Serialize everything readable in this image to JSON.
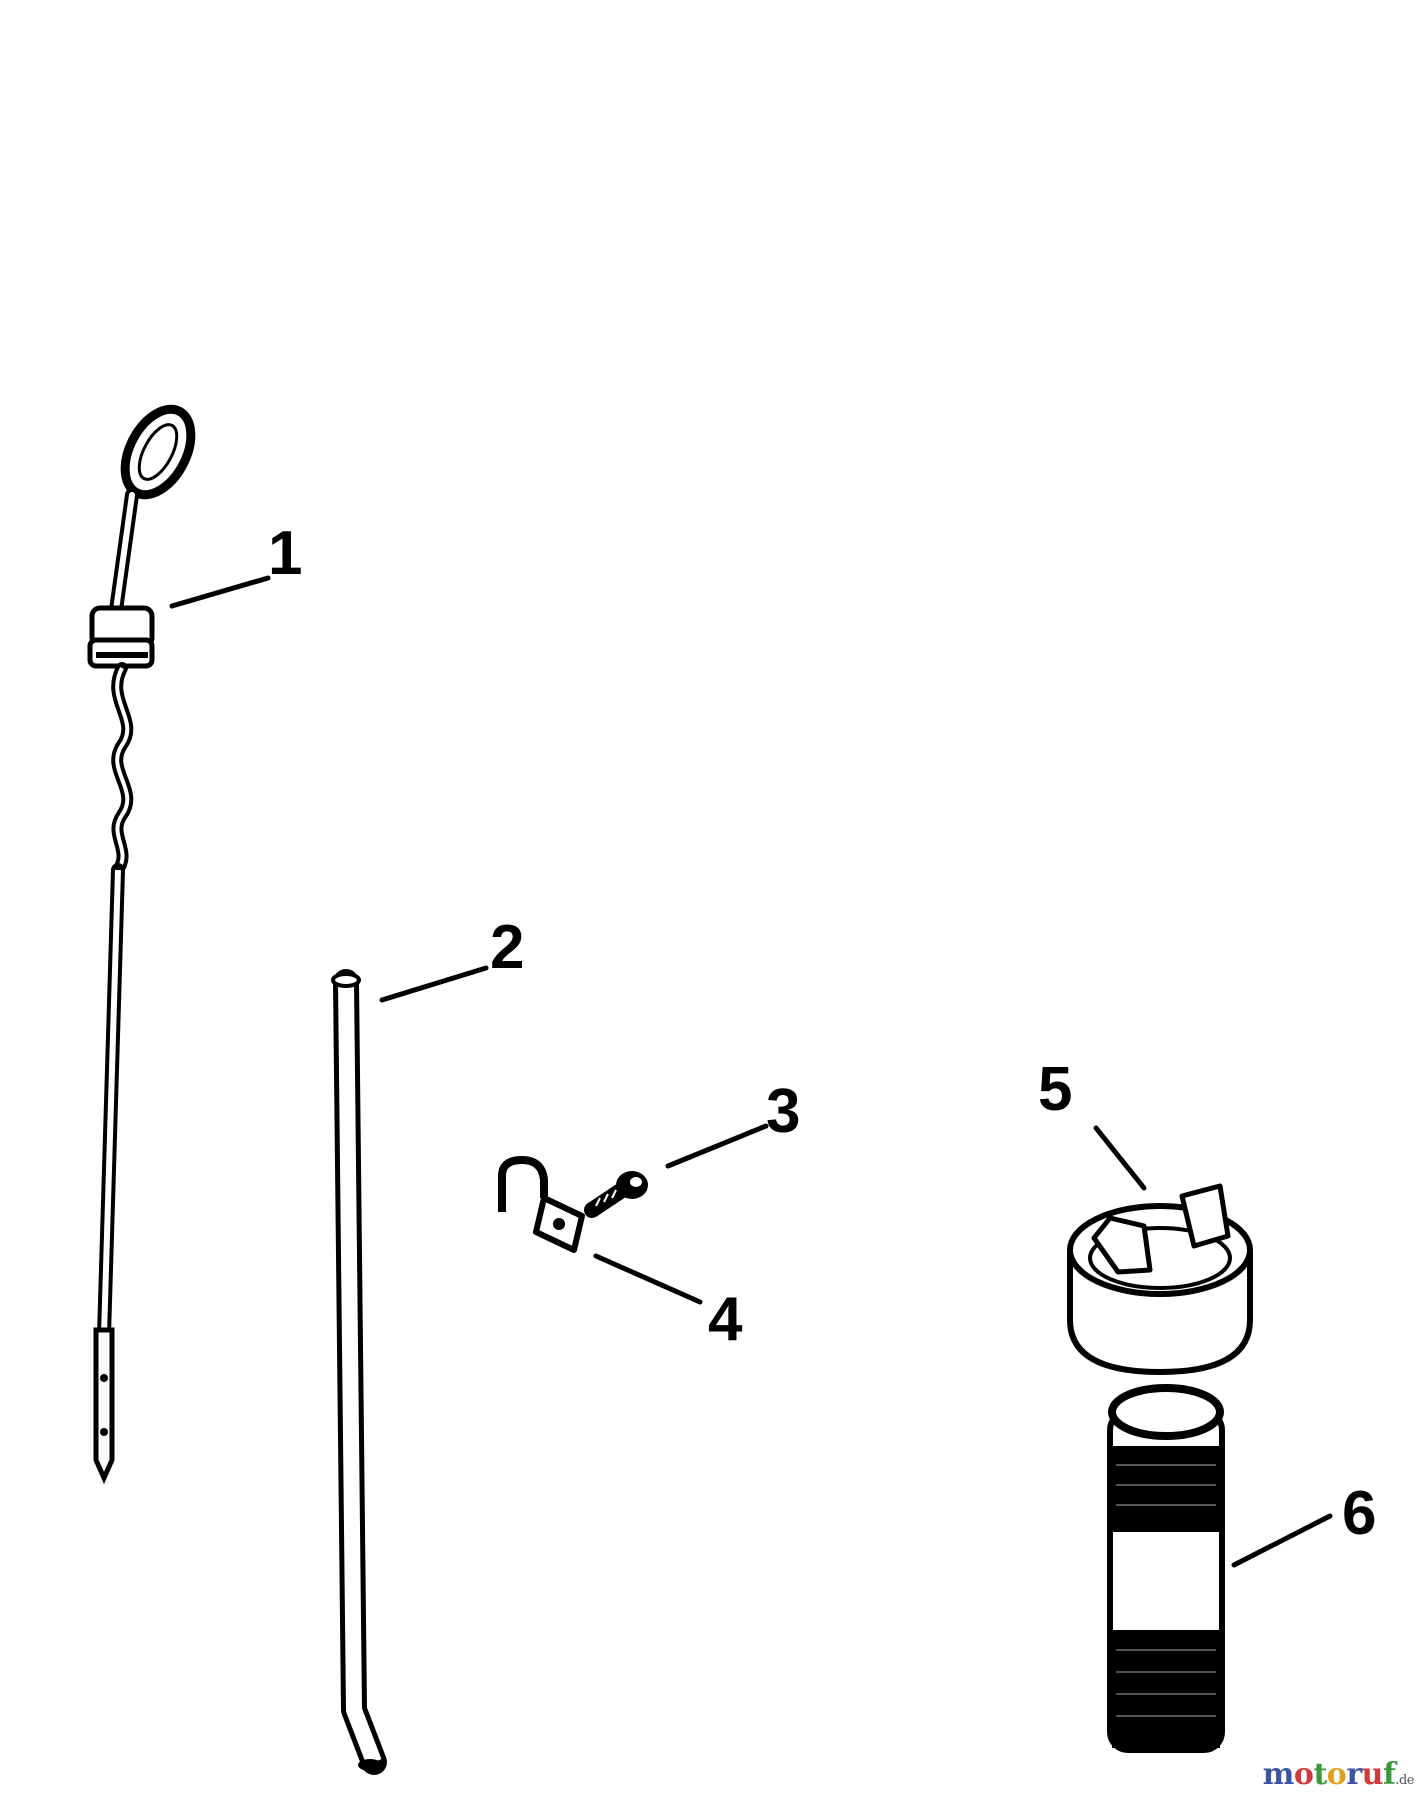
{
  "callouts": [
    {
      "id": "1",
      "label": "1"
    },
    {
      "id": "2",
      "label": "2"
    },
    {
      "id": "3",
      "label": "3"
    },
    {
      "id": "4",
      "label": "4"
    },
    {
      "id": "5",
      "label": "5"
    },
    {
      "id": "6",
      "label": "6"
    }
  ],
  "watermark": {
    "letters": [
      "m",
      "o",
      "t",
      "o",
      "r",
      "u",
      "f"
    ],
    "letter_colors": [
      "#3a55a6",
      "#d13a3a",
      "#3a9a3a",
      "#e0a21e",
      "#3a55a6",
      "#d13a3a",
      "#3a9a3a"
    ],
    "suffix": ".de"
  }
}
